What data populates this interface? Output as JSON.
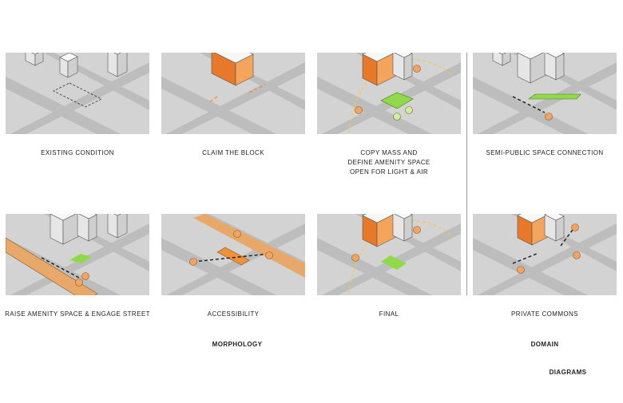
{
  "diagrams": [
    {
      "id": "existing-condition",
      "lines": [
        "EXISTING CONDITION"
      ]
    },
    {
      "id": "claim-the-block",
      "lines": [
        "CLAIM THE BLOCK"
      ]
    },
    {
      "id": "copy-mass",
      "lines": [
        "COPY MASS AND",
        "DEFINE AMENITY SPACE",
        "OPEN FOR LIGHT & AIR"
      ]
    },
    {
      "id": "semi-public-space",
      "lines": [
        "SEMI-PUBLIC SPACE CONNECTION"
      ]
    },
    {
      "id": "raise-amenity",
      "lines": [
        "RAISE AMENITY SPACE & ENGAGE STREET"
      ]
    },
    {
      "id": "accessibility",
      "lines": [
        "ACCESSIBILITY"
      ]
    },
    {
      "id": "final",
      "lines": [
        "FINAL"
      ]
    },
    {
      "id": "private-commons",
      "lines": [
        "PRIVATE COMMONS"
      ]
    }
  ],
  "groups": {
    "morphology": "MORPHOLOGY",
    "domain": "DOMAIN",
    "diagrams": "DIAGRAMS"
  },
  "colors": {
    "tile_bg": "#d3d3d3",
    "road": "#bdbdbd",
    "building": "#f2f2f2",
    "orange": "#f0913a",
    "green": "#8fd94a",
    "yellow": "#f7c948"
  }
}
